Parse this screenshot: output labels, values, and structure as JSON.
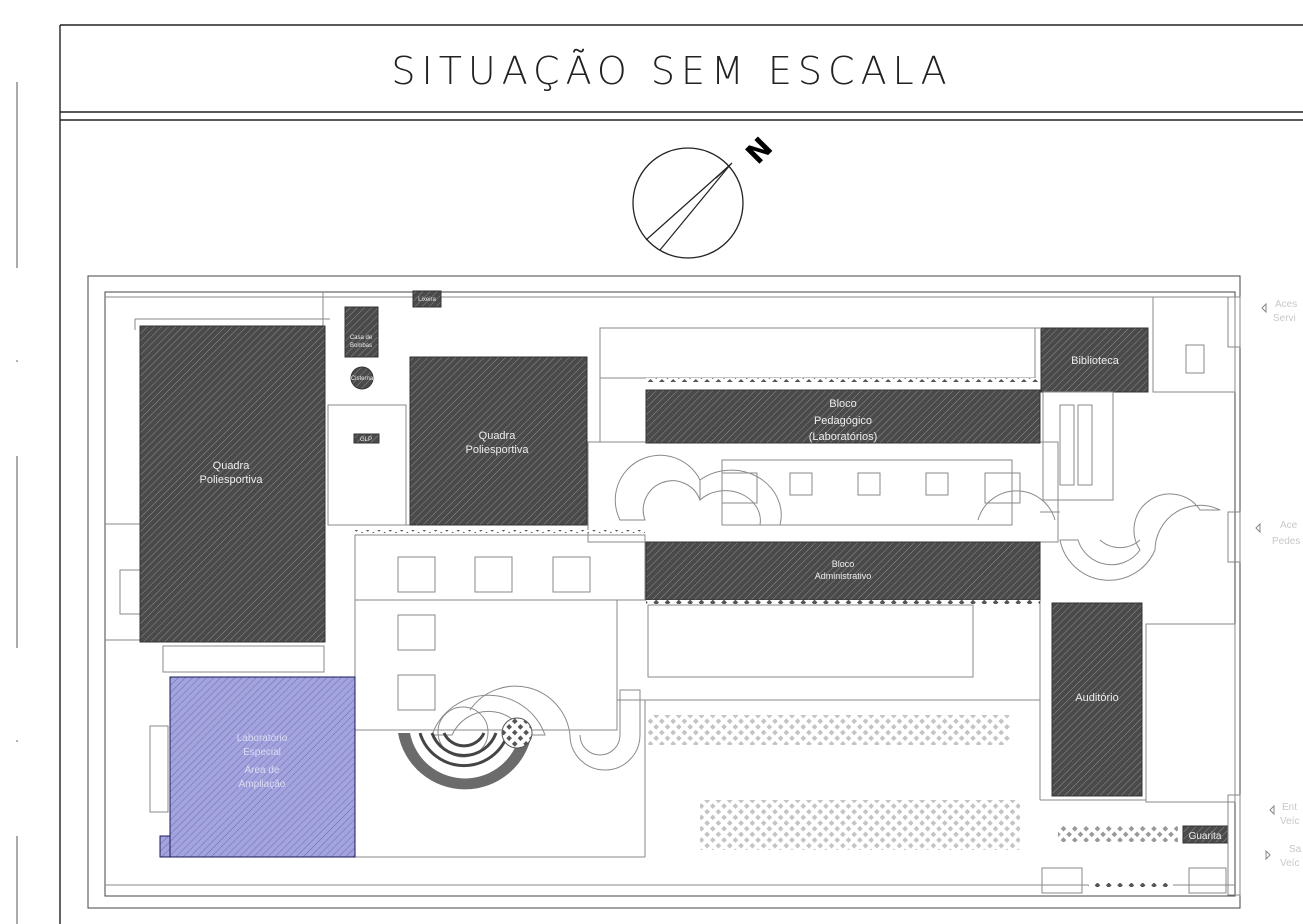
{
  "title": "SITUAÇÃO SEM ESCALA",
  "north": {
    "label": "N"
  },
  "buildings": {
    "quadra_1": [
      "Quadra",
      "Poliesportiva"
    ],
    "quadra_2": [
      "Quadra",
      "Poliesportiva"
    ],
    "casa_bombas": [
      "Casa de",
      "Bombas"
    ],
    "cisterna": "Cisterna",
    "glp": "GLP",
    "lixeira": "Lixeira",
    "biblioteca": "Biblioteca",
    "bloco_pedagogico": [
      "Bloco",
      "Pedagógico",
      "(Laboratórios)"
    ],
    "bloco_administrativo": [
      "Bloco",
      "Administrativo"
    ],
    "auditorio": "Auditório",
    "guarita": "Guarita",
    "highlighted": [
      "Laboratório",
      "Especial",
      "Área de",
      "Ampliação"
    ]
  },
  "side_labels": {
    "acesso_servico": [
      "Aces",
      "Servi"
    ],
    "acesso_pedestre": [
      "Ace",
      "Pedes"
    ],
    "entrada_veiculos": [
      "Ent",
      "Veíc"
    ],
    "saida_veiculos": [
      "Sa",
      "Veíc"
    ]
  },
  "colors": {
    "building_fill": "#4a4a4a",
    "highlight_fill": "#a3a3dd",
    "line": "#444444"
  }
}
